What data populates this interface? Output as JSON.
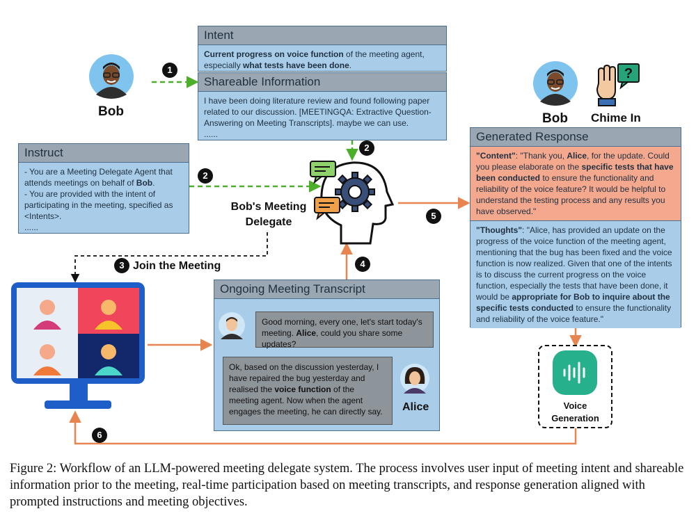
{
  "intent": {
    "title": "Intent",
    "line1_bold": "Current progress on voice function",
    "line1_rest": " of the meeting agent,",
    "line2_pre": "especially ",
    "line2_bold": "what tests have been done",
    "line2_end": "."
  },
  "shareable": {
    "title": "Shareable Information",
    "text": "I have been doing literature review and found following paper related to our discussion. [MEETINGQA: Extractive Question-Answering on Meeting Transcripts]. maybe we can use.",
    "ellipsis": "......"
  },
  "instruct": {
    "title": "Instruct",
    "line1_pre": " - You are a Meeting Delegate Agent that attends meetings on behalf of  ",
    "line1_bold": "Bob",
    "line1_end": ".",
    "line2": " - You are provided with the intent of participating in the meeting, specified as <Intents>.",
    "ellipsis": "......"
  },
  "bob_left_label": "Bob",
  "bob_right_label": "Bob",
  "chime_label": "Chime In",
  "delegate_label": "Bob's Meeting Delegate",
  "join_label": "Join the Meeting",
  "steps": [
    "1",
    "2",
    "2",
    "3",
    "4",
    "5",
    "6"
  ],
  "response": {
    "title": "Generated Response",
    "content_key": "\"Content\"",
    "content_a": ": \"Thank you, ",
    "content_alice": "Alice",
    "content_b": ", for the update. Could you please elaborate on the ",
    "content_bold": "specific tests that have been conducted",
    "content_c": " to ensure the functionality and reliability of the voice feature? It would be helpful to understand the testing process and any results you have observed.\"",
    "thoughts_key": "\"Thoughts\"",
    "thoughts_a": ": \"Alice, has provided an update on the progress of the voice function of the meeting agent, mentioning that the bug has been fixed and the voice function is now realized. Given that one of the intents is to discuss the current progress on the voice function, especially the tests that have been done, it would be ",
    "thoughts_bold": "appropriate for Bob to inquire about the specific tests conducted",
    "thoughts_b": " to ensure the functionality and reliability of the voice feature.\""
  },
  "transcript": {
    "title": "Ongoing Meeting Transcript",
    "msg1_a": "Good morning, every one, let's start today's meeting. ",
    "msg1_bold": "Alice",
    "msg1_b": ",  could you share some updates?",
    "msg2_a": "Ok, based on the discussion yesterday, I have repaired the bug yesterday and realised the ",
    "msg2_bold": "voice function",
    "msg2_b": " of the meeting agent.  Now when the agent engages the meeting, he can directly say.",
    "alice_label": "Alice"
  },
  "voice_label": "Voice Generation",
  "caption": "Figure 2: Workflow of an LLM-powered meeting delegate system. The process involves user input of meeting intent and shareable information prior to the meeting, real-time participation based on meeting transcripts, and response generation aligned with prompted instructions and meeting objectives.",
  "colors": {
    "green_arrow": "#4caf2a",
    "orange_arrow": "#e8844f",
    "box_fill": "#a9cde9",
    "head_fill": "#9aa7b2",
    "content_fill": "#f4a98f"
  }
}
